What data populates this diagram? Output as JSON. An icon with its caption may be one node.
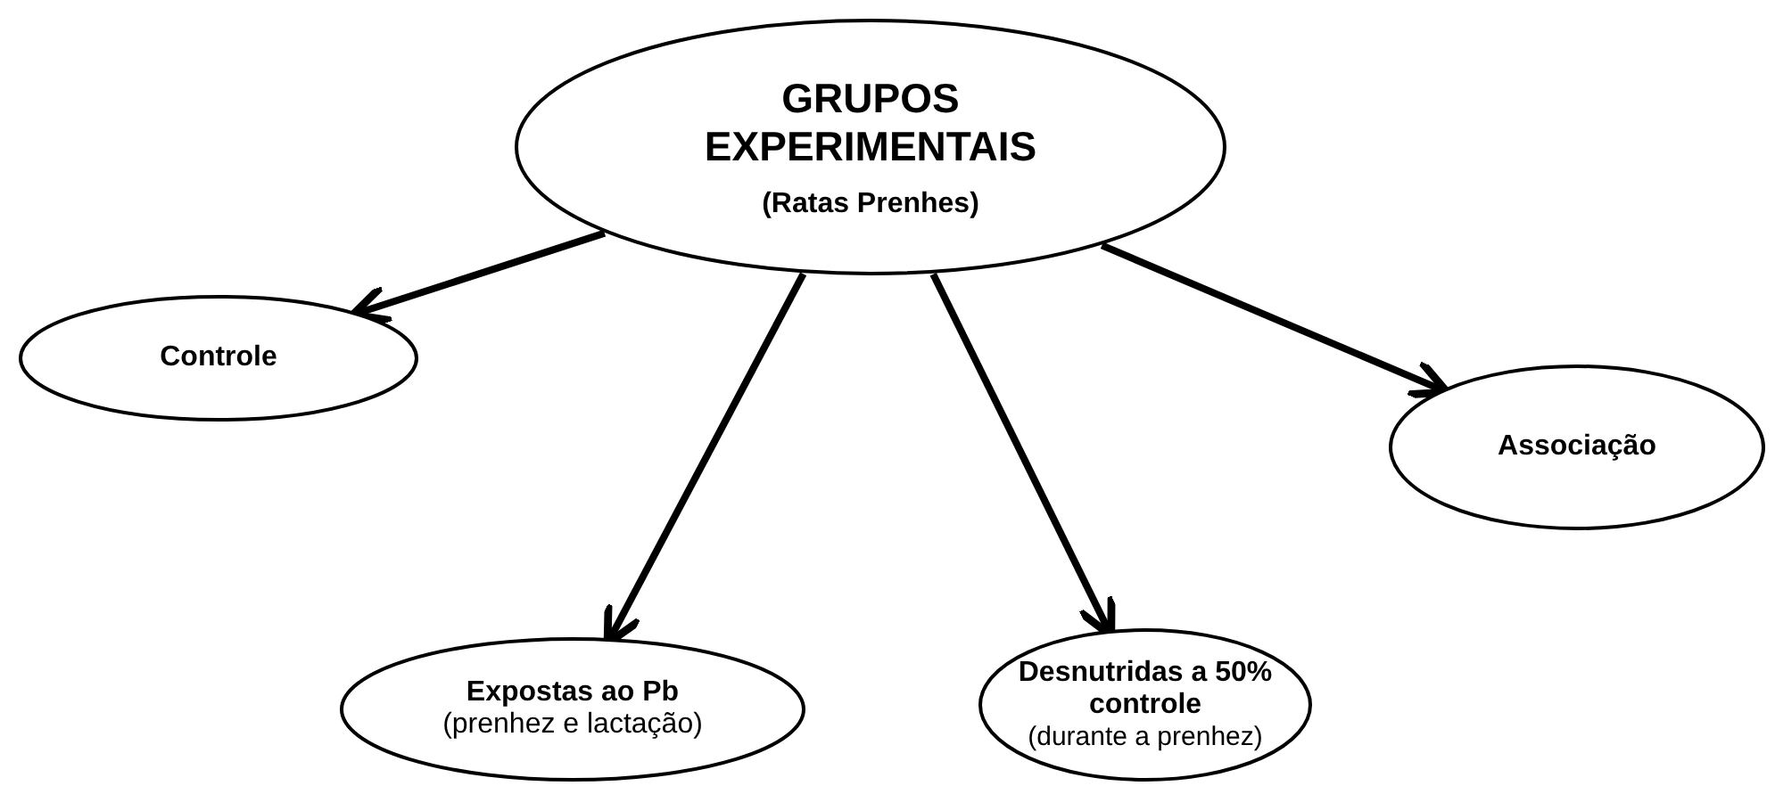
{
  "diagram": {
    "nodes": [
      {
        "text": [
          "GRUPOS EXPERIMENTAIS",
          "(Ratas Prenhes)"
        ]
      },
      {
        "text": [
          "Controle"
        ]
      },
      {
        "text": [
          "Associação"
        ]
      },
      {
        "text": [
          "Expostas ao Pb",
          "(prenhez e lactação)"
        ]
      },
      {
        "text": [
          "Desnutridas a 50% controle",
          "(durante a prenhez)"
        ]
      }
    ],
    "edges": [
      {
        "from": 0,
        "to": 1,
        "arrow": "to"
      },
      {
        "from": 0,
        "to": 3,
        "arrow": "to"
      },
      {
        "from": 0,
        "to": 4,
        "arrow": "to"
      },
      {
        "from": 0,
        "to": 2,
        "arrow": "to"
      }
    ]
  }
}
